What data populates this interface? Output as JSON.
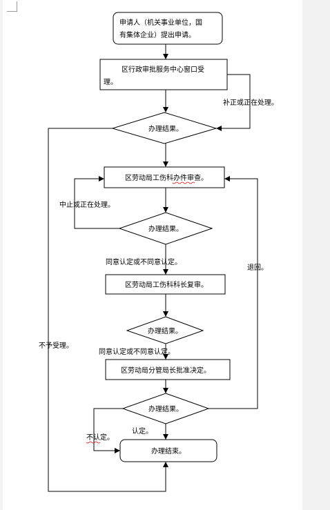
{
  "diagram": {
    "boxes": {
      "applicant": [
        "申请人（机关事业单位，国",
        "有集体企业）提出申请。"
      ],
      "service_center": [
        "区行政审批服务中心窗口受",
        "理。"
      ],
      "injury_review": "区劳动局工伤科办件审查。",
      "chief_review": "区劳动局工伤科科长复审。",
      "director_approve": "区劳动局分管局长批准决定。",
      "end": "办理结束。"
    },
    "decisions": {
      "d1": "办理结果。",
      "d2": "办理结果。",
      "d3": "办理结果。",
      "d4": "办理结果。"
    },
    "labels": {
      "supplement": "补正或正在处理。",
      "suspend": "中止或正在处理。",
      "agree1": "同意认定或不同意认定。",
      "agree2": "同意认定或不同意认定。",
      "reject": "不予受理。",
      "return": "退回。",
      "not_confirm": "不认定。",
      "confirm": "认定。"
    }
  }
}
